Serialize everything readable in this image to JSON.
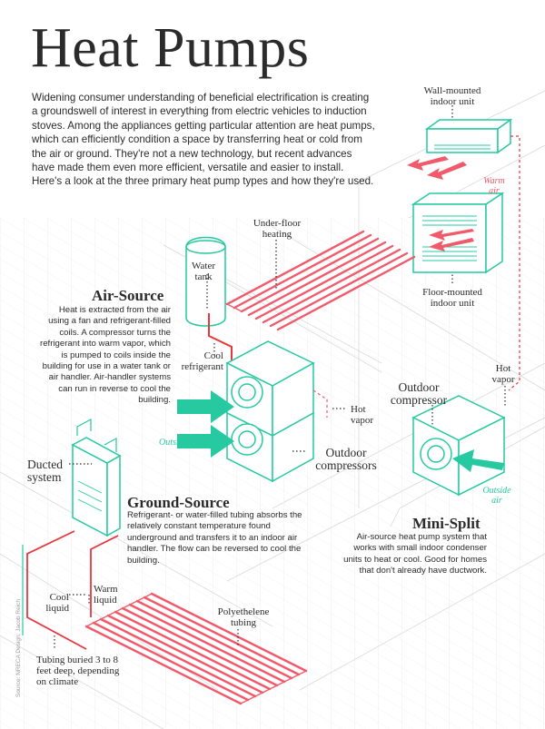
{
  "title": "Heat Pumps",
  "intro": "Widening consumer understanding of beneficial electrification is creating a groundswell of interest in everything from electric vehicles to induction stoves. Among the appliances getting particular attention are heat pumps, which can efficiently condition a space by transferring heat or cold from the air or ground. They're not a new technology, but recent advances have made them even more efficient, versatile and easier to install. Here's a look at the three primary heat pump types and how they're used.",
  "sections": {
    "air_source": {
      "title": "Air-Source",
      "body": "Heat is extracted from the air using a fan and refrigerant-filled coils. A compressor turns the refrigerant into warm vapor, which is pumped to coils inside the building for use in a water tank or air handler. Air-handler systems can run in reverse to cool the building."
    },
    "ground_source": {
      "title": "Ground-Source",
      "body": "Refrigerant- or water-filled tubing absorbs the relatively constant temperature found underground and transfers it to an indoor air handler. The flow can be reversed to cool the building."
    },
    "mini_split": {
      "title": "Mini-Split",
      "body": "Air-source heat pump system that works with small indoor condenser units to heat or cool. Good for homes that don't already have ductwork."
    }
  },
  "labels": {
    "wall_unit": "Wall-mounted indoor unit",
    "warm_air": "Warm air",
    "floor_unit": "Floor-mounted indoor unit",
    "under_floor": "Under-floor heating",
    "water_tank": "Water tank",
    "cool_refrigerant": "Cool refrigerant",
    "hot_vapor_1": "Hot vapor",
    "outside_air_1": "Outside air",
    "outdoor_compressors": "Outdoor compressors",
    "outdoor_compressor": "Outdoor compressor",
    "hot_vapor_2": "Hot vapor",
    "outside_air_2": "Outside air",
    "ducted_system": "Ducted system",
    "cool_liquid": "Cool liquid",
    "warm_liquid": "Warm liquid",
    "polyethelene": "Polyethelene tubing",
    "tubing_buried": "Tubing buried 3 to 8 feet deep, depending on climate"
  },
  "source": "Source: NRECA Design: Jacob Reich",
  "colors": {
    "teal": "#27c9a0",
    "pink": "#f05a6a",
    "red": "#e8363f",
    "text": "#2a2a2a",
    "lines": "#c9c9c9"
  }
}
